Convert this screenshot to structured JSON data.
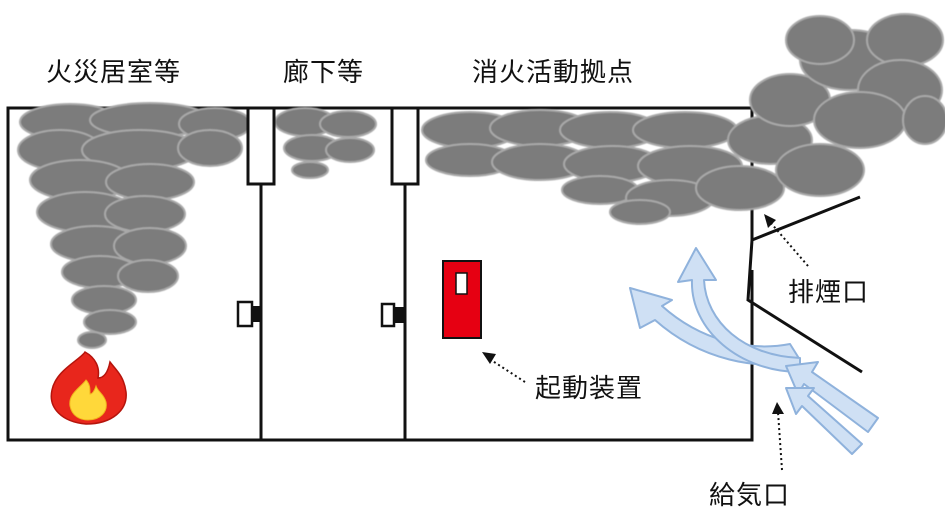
{
  "labels": {
    "fire_room": "火災居室等",
    "corridor": "廊下等",
    "base": "消火活動拠点",
    "exhaust_port": "排煙口",
    "start_device": "起動装置",
    "supply_port": "給気口"
  },
  "colors": {
    "smoke_fill": "#7b7b7b",
    "smoke_outline": "#a9a9a9",
    "wall": "#111111",
    "device_red": "#e60012",
    "airflow_fill": "#cfe0f4",
    "airflow_stroke": "#8fb2dc",
    "flame_outer": "#e8261c",
    "flame_inner": "#ffd83a"
  },
  "icons": {
    "fire": "fire-icon",
    "start_device": "start-device-icon"
  }
}
